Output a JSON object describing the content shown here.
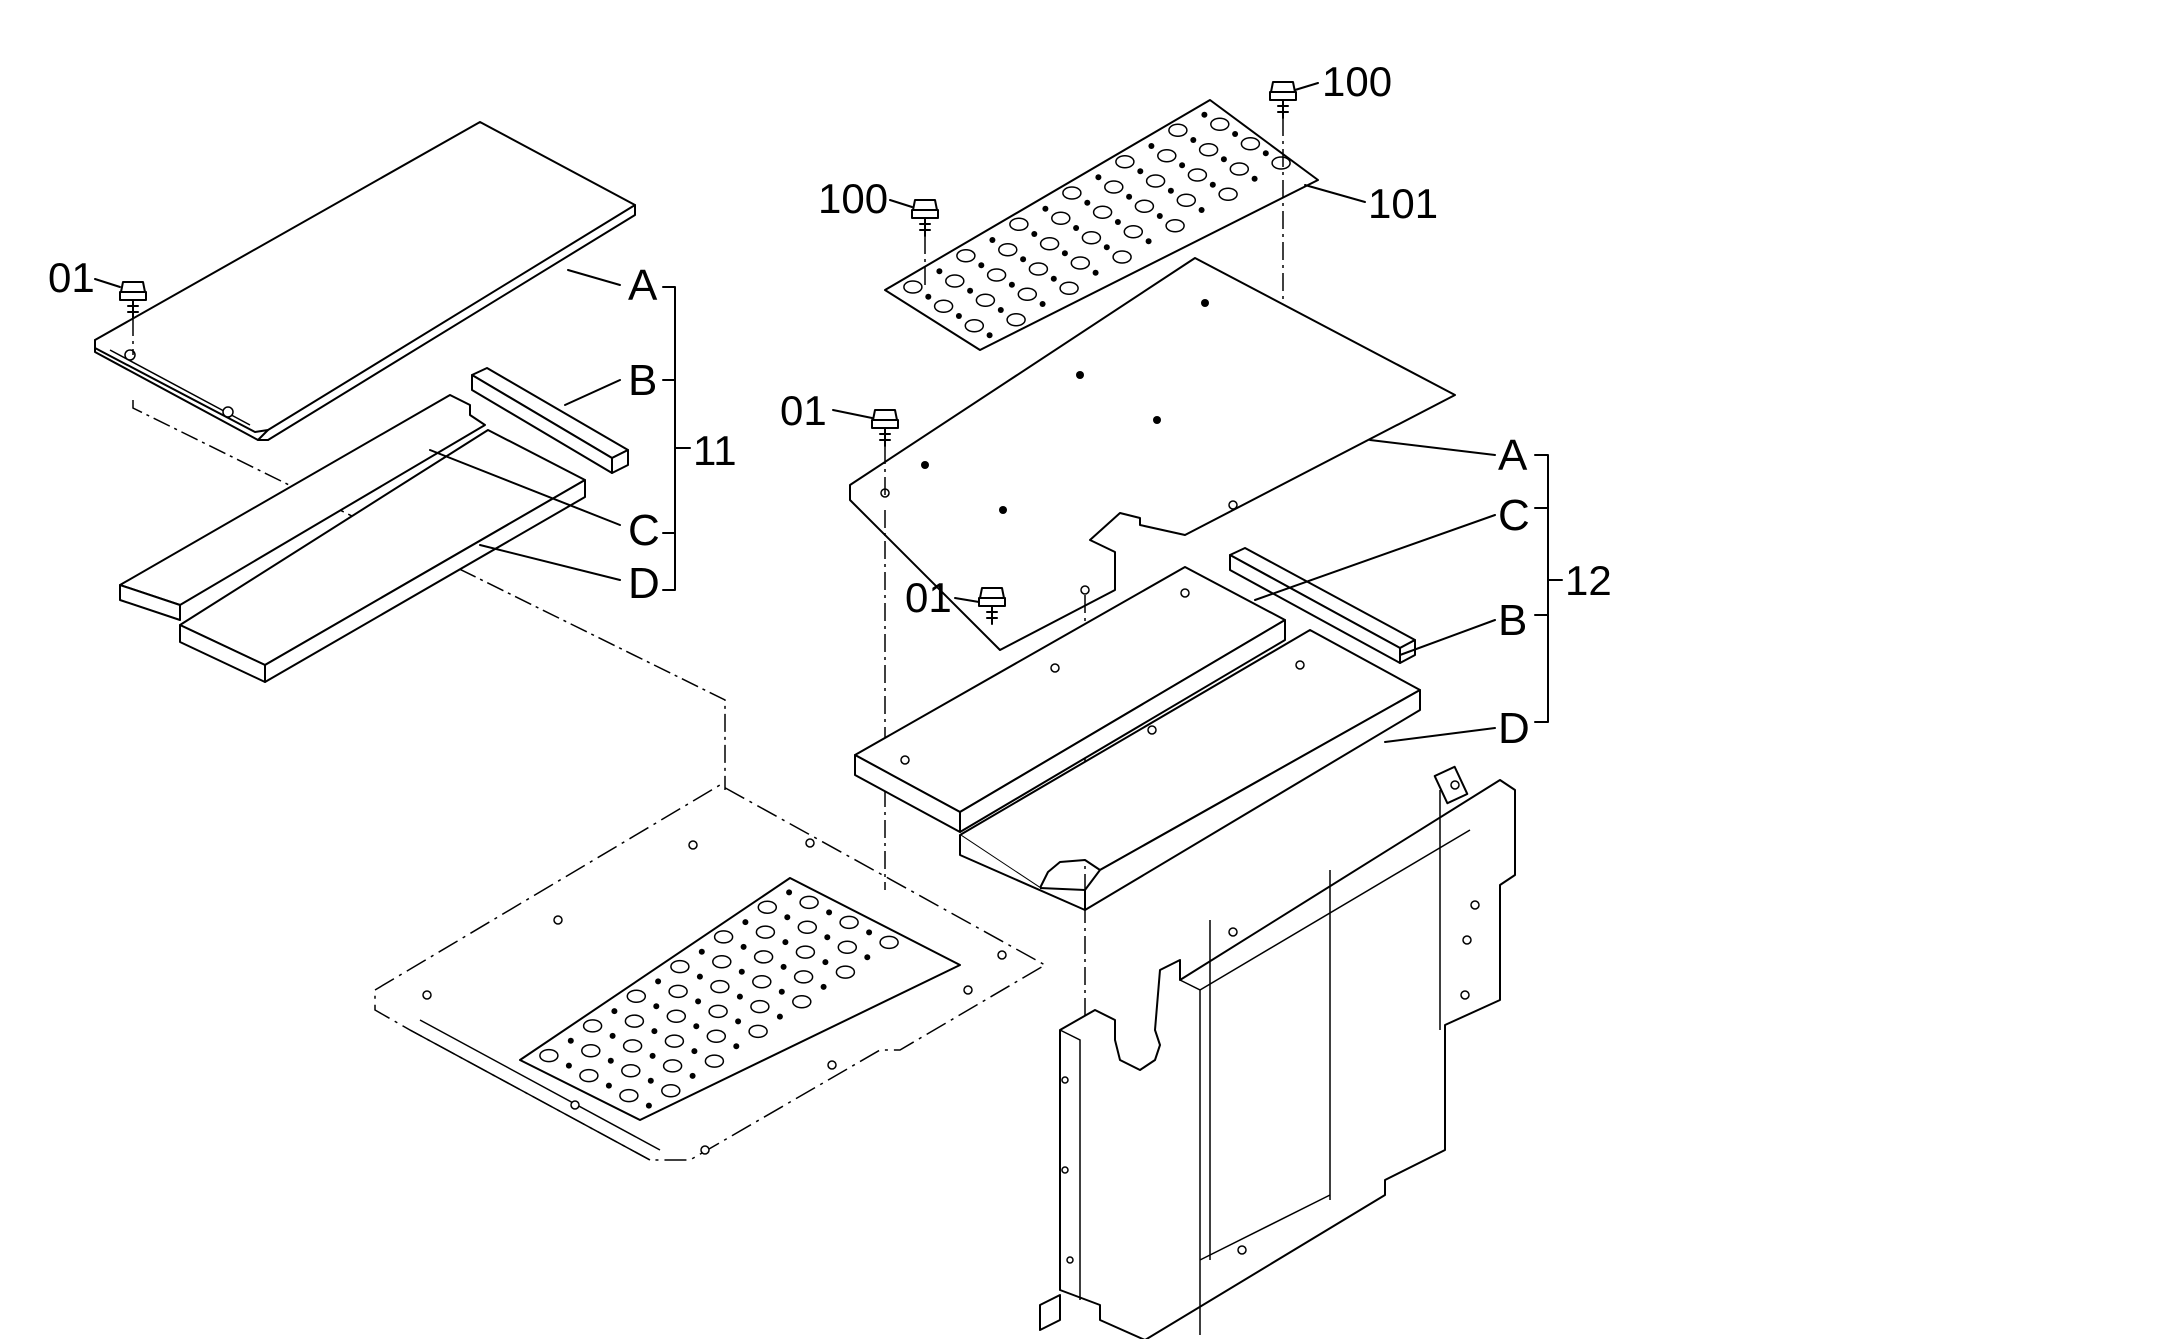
{
  "callouts": {
    "left_bolt": "01",
    "left_A": "A",
    "left_B": "B",
    "left_C": "C",
    "left_D": "D",
    "left_group": "11",
    "right_bolt_top_left": "100",
    "right_bolt_top_right": "100",
    "right_plate": "101",
    "right_bolt_a": "01",
    "right_bolt_b": "01",
    "right_A": "A",
    "right_C": "C",
    "right_B": "B",
    "right_D": "D",
    "right_group": "12"
  }
}
